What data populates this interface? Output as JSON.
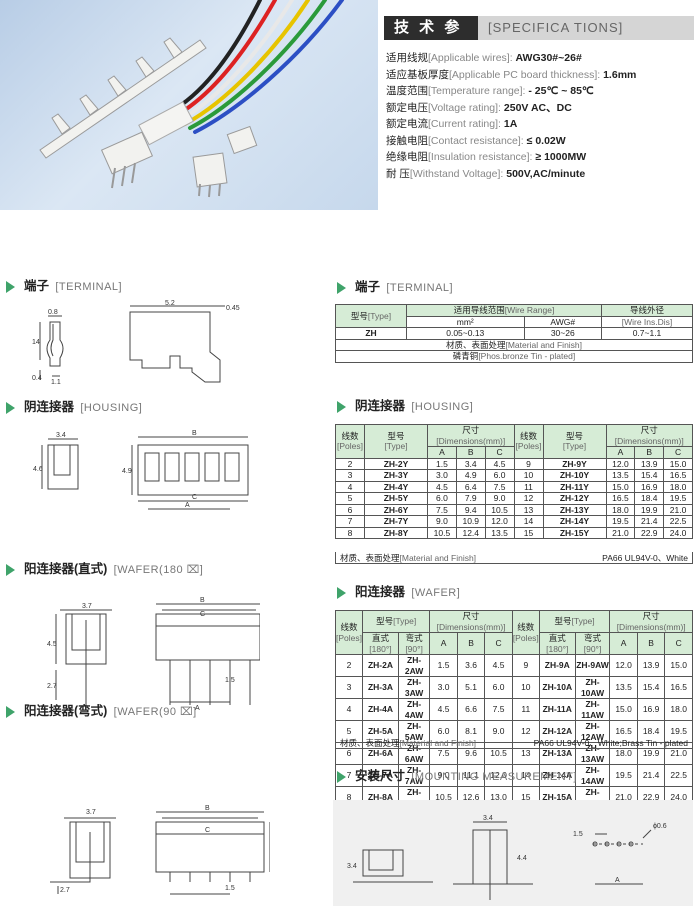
{
  "spec": {
    "title_cn": "技 术 参 数",
    "title_en": "[SPECIFICA    TIONS]",
    "rows": [
      {
        "cn": "适用线规",
        "en": "[Applicable wires]:",
        "val": "AWG30#~26#"
      },
      {
        "cn": "适应基板厚度",
        "en": "[Applicable PC board thickness]:",
        "val": "1.6mm"
      },
      {
        "cn": "温度范围",
        "en": "[Temperature range]:",
        "val": "- 25℃ ~ 85℃"
      },
      {
        "cn": "额定电压",
        "en": "[Voltage rating]:",
        "val": "250V AC、DC"
      },
      {
        "cn": "额定电流",
        "en": "[Current rating]:",
        "val": "1A"
      },
      {
        "cn": "接触电阻",
        "en": "[Contact resistance]:",
        "val": "≤ 0.02W"
      },
      {
        "cn": "绝缘电阻",
        "en": "[Insulation resistance]:",
        "val": "≥ 1000MW"
      },
      {
        "cn": "耐    压",
        "en": "[Withstand Voltage]:",
        "val": "500V,AC/minute"
      }
    ]
  },
  "left": {
    "terminal": {
      "cn": "端子",
      "en": "[TERMINAL]"
    },
    "housing": {
      "cn": "阴连接器",
      "en": "[HOUSING]"
    },
    "wafer180": {
      "cn": "阳连接器(直式)",
      "en": "[WAFER(180  ⌧]"
    },
    "wafer90": {
      "cn": "阳连接器(弯式)",
      "en": "[WAFER(90  ⌧]"
    }
  },
  "dims": {
    "d08": "0.8",
    "d14": "14",
    "d04": "0.4",
    "d11": "1.1",
    "d52": "5.2",
    "d045": "0.45",
    "d34": "3.4",
    "d46": "4.6",
    "d49": "4.9",
    "A": "A",
    "B": "B",
    "C": "C",
    "d37": "3.7",
    "d45": "4.5",
    "d27": "2.7",
    "d15": "1.5",
    "d06": "ϕ0.6",
    "d44": "4.4"
  },
  "terminal_table": {
    "title": {
      "cn": "端子",
      "en": "[TERMINAL]"
    },
    "h_type": "型号",
    "h_type_en": "[Type]",
    "h_range": "适用导线范围",
    "h_range_en": "[Wire Range]",
    "h_od": "导线外径",
    "h_od_en": "[Wire Ins.Dis]",
    "h_mm": "mm²",
    "h_awg": "AWG#",
    "row": {
      "type": "ZH",
      "mm": "0.05~0.13",
      "awg": "30~26",
      "od": "0.7~1.1"
    },
    "mat_cn": "材质、表面处理",
    "mat_en": "[Material and Finish]",
    "mat_val_cn": "磷青铜",
    "mat_val_en": "[Phos.bronze Tin - plated]"
  },
  "housing_table": {
    "title": {
      "cn": "阴连接器",
      "en": "[HOUSING]"
    },
    "h_poles": "线数",
    "h_poles_en": "[Poles]",
    "h_type": "型号",
    "h_type_en": "[Type]",
    "h_dim": "尺寸",
    "h_dim_en": "[Dimensions(mm)]",
    "cols": [
      "A",
      "B",
      "C"
    ],
    "rows": [
      [
        "2",
        "ZH-2Y",
        "1.5",
        "3.4",
        "4.5",
        "9",
        "ZH-9Y",
        "12.0",
        "13.9",
        "15.0"
      ],
      [
        "3",
        "ZH-3Y",
        "3.0",
        "4.9",
        "6.0",
        "10",
        "ZH-10Y",
        "13.5",
        "15.4",
        "16.5"
      ],
      [
        "4",
        "ZH-4Y",
        "4.5",
        "6.4",
        "7.5",
        "11",
        "ZH-11Y",
        "15.0",
        "16.9",
        "18.0"
      ],
      [
        "5",
        "ZH-5Y",
        "6.0",
        "7.9",
        "9.0",
        "12",
        "ZH-12Y",
        "16.5",
        "18.4",
        "19.5"
      ],
      [
        "6",
        "ZH-6Y",
        "7.5",
        "9.4",
        "10.5",
        "13",
        "ZH-13Y",
        "18.0",
        "19.9",
        "21.0"
      ],
      [
        "7",
        "ZH-7Y",
        "9.0",
        "10.9",
        "12.0",
        "14",
        "ZH-14Y",
        "19.5",
        "21.4",
        "22.5"
      ],
      [
        "8",
        "ZH-8Y",
        "10.5",
        "12.4",
        "13.5",
        "15",
        "ZH-15Y",
        "21.0",
        "22.9",
        "24.0"
      ]
    ],
    "mat_cn": "材质、表面处理",
    "mat_en": "[Material and Finish]",
    "mat_val": "PA66 UL94V-0、White"
  },
  "wafer_table": {
    "title": {
      "cn": "阳连接器",
      "en": "[WAFER]"
    },
    "h_poles": "线数",
    "h_poles_en": "[Poles]",
    "h_type": "型号",
    "h_type_en": "[Type]",
    "h_dim": "尺寸",
    "h_dim_en": "[Dimensions(mm)]",
    "h_straight": "直式",
    "h_straight_en": "[180°]",
    "h_bent": "弯式",
    "h_bent_en": "[90°]",
    "cols": [
      "A",
      "B",
      "C"
    ],
    "rows": [
      [
        "2",
        "ZH-2A",
        "ZH-2AW",
        "1.5",
        "3.6",
        "4.5",
        "9",
        "ZH-9A",
        "ZH-9AW",
        "12.0",
        "13.9",
        "15.0"
      ],
      [
        "3",
        "ZH-3A",
        "ZH-3AW",
        "3.0",
        "5.1",
        "6.0",
        "10",
        "ZH-10A",
        "ZH-10AW",
        "13.5",
        "15.4",
        "16.5"
      ],
      [
        "4",
        "ZH-4A",
        "ZH-4AW",
        "4.5",
        "6.6",
        "7.5",
        "11",
        "ZH-11A",
        "ZH-11AW",
        "15.0",
        "16.9",
        "18.0"
      ],
      [
        "5",
        "ZH-5A",
        "ZH-5AW",
        "6.0",
        "8.1",
        "9.0",
        "12",
        "ZH-12A",
        "ZH-12AW",
        "16.5",
        "18.4",
        "19.5"
      ],
      [
        "6",
        "ZH-6A",
        "ZH-6AW",
        "7.5",
        "9.6",
        "10.5",
        "13",
        "ZH-13A",
        "ZH-13AW",
        "18.0",
        "19.9",
        "21.0"
      ],
      [
        "7",
        "ZH-7A",
        "ZH-7AW",
        "9.0",
        "11.1",
        "12.0",
        "14",
        "ZH-14A",
        "ZH-14AW",
        "19.5",
        "21.4",
        "22.5"
      ],
      [
        "8",
        "ZH-8A",
        "ZH-8AW",
        "10.5",
        "12.6",
        "13.0",
        "15",
        "ZH-15A",
        "ZH-15AW",
        "21.0",
        "22.9",
        "24.0"
      ]
    ],
    "mat_cn": "材质、表面处理",
    "mat_en": "[Material and Finish]",
    "mat_val": "PA66 UL94V-0、White;Brass Tin - plated"
  },
  "mounting": {
    "cn": "安装尺寸",
    "en": "[MOUNTING MEASUREMENT]"
  }
}
